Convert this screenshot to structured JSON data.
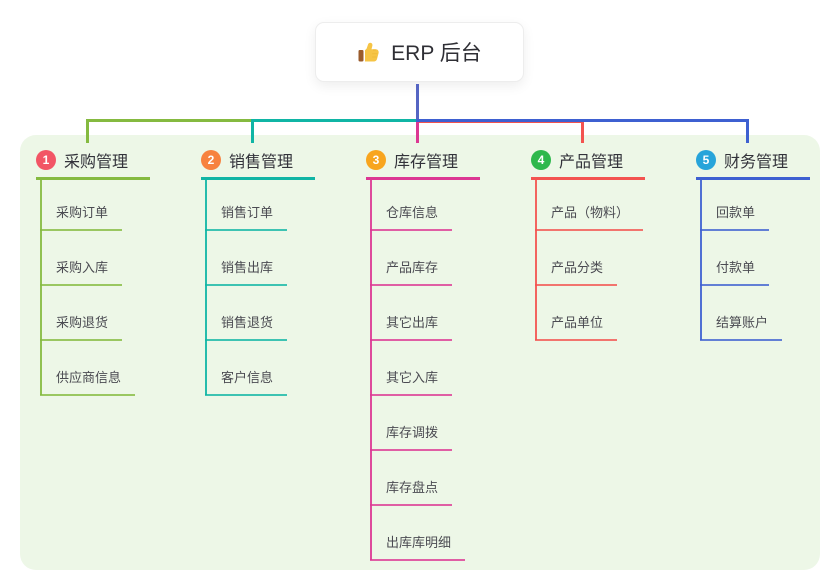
{
  "root": {
    "label": "ERP 后台",
    "icon": "thumbs-up-icon"
  },
  "colors": {
    "canvas_background": "#ffffff",
    "panel_background": "#edf7e7",
    "root_connector": "#5565c3",
    "root_text": "#2f2f35",
    "header_text": "#32323a",
    "child_text": "#4b4b52",
    "thumb_yellow": "#f6c445",
    "thumb_cuff_brown": "#9a5b2c"
  },
  "branches": [
    {
      "number": "1",
      "title": "采购管理",
      "badge_color": "#f25565",
      "line_color": "#85ba40",
      "children": [
        "采购订单",
        "采购入库",
        "采购退货",
        "供应商信息"
      ]
    },
    {
      "number": "2",
      "title": "销售管理",
      "badge_color": "#f7823f",
      "line_color": "#10b5a5",
      "children": [
        "销售订单",
        "销售出库",
        "销售退货",
        "客户信息"
      ]
    },
    {
      "number": "3",
      "title": "库存管理",
      "badge_color": "#f8a51e",
      "line_color": "#dc3793",
      "children": [
        "仓库信息",
        "产品库存",
        "其它出库",
        "其它入库",
        "库存调拨",
        "库存盘点",
        "出库库明细"
      ]
    },
    {
      "number": "4",
      "title": "产品管理",
      "badge_color": "#2eb84c",
      "line_color": "#f35350",
      "children": [
        "产品（物料）",
        "产品分类",
        "产品单位"
      ]
    },
    {
      "number": "5",
      "title": "财务管理",
      "badge_color": "#27a4da",
      "line_color": "#3e60d1",
      "children": [
        "回款单",
        "付款单",
        "结算账户"
      ]
    }
  ]
}
